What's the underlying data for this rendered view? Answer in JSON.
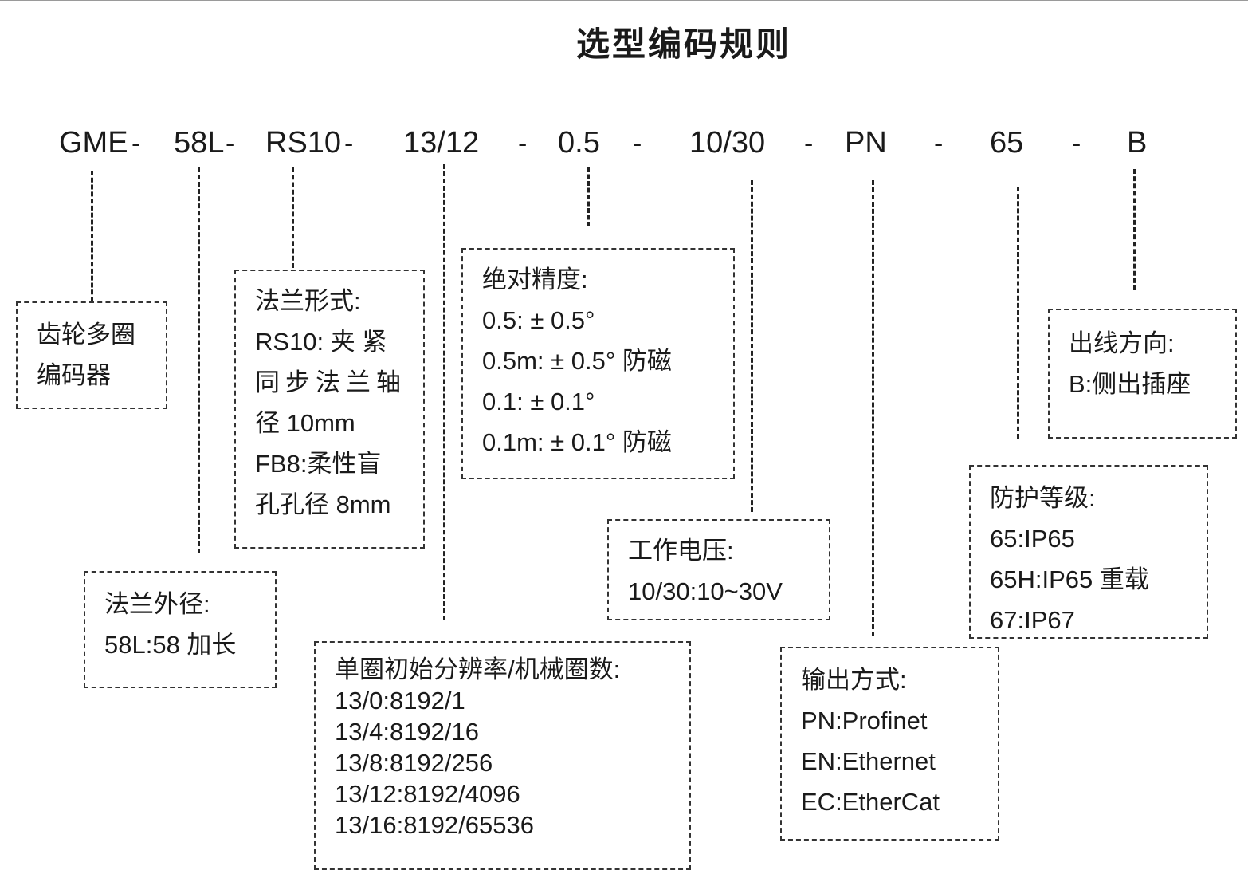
{
  "title": "选型编码规则",
  "code": {
    "segments": [
      "GME",
      "58L",
      "RS10",
      "13/12",
      "0.5",
      "10/30",
      "PN",
      "65",
      "B"
    ],
    "separator": "-"
  },
  "boxes": {
    "series": {
      "lines": [
        "齿轮多圈",
        "编码器"
      ]
    },
    "flange_od": {
      "lines": [
        "法兰外径:",
        "58L:58 加长"
      ]
    },
    "flange_type": {
      "lines": [
        "法兰形式:",
        "RS10: 夹 紧",
        "同步法兰轴",
        "径 10mm",
        "FB8:柔性盲",
        "孔孔径 8mm"
      ]
    },
    "resolution": {
      "lines": [
        "单圈初始分辨率/机械圈数:",
        "13/0:8192/1",
        "13/4:8192/16",
        "13/8:8192/256",
        "13/12:8192/4096",
        "13/16:8192/65536"
      ]
    },
    "accuracy": {
      "lines": [
        "绝对精度:",
        "0.5: ± 0.5°",
        "0.5m: ± 0.5°  防磁",
        "0.1: ± 0.1°",
        "0.1m: ± 0.1°  防磁"
      ]
    },
    "voltage": {
      "lines": [
        "工作电压:",
        "10/30:10~30V"
      ]
    },
    "output": {
      "lines": [
        "输出方式:",
        "PN:Profinet",
        "EN:Ethernet",
        "EC:EtherCat"
      ]
    },
    "protection": {
      "lines": [
        "防护等级:",
        "65:IP65",
        "65H:IP65 重载",
        "67:IP67"
      ]
    },
    "outlet": {
      "lines": [
        "出线方向:",
        "B:侧出插座"
      ]
    }
  }
}
